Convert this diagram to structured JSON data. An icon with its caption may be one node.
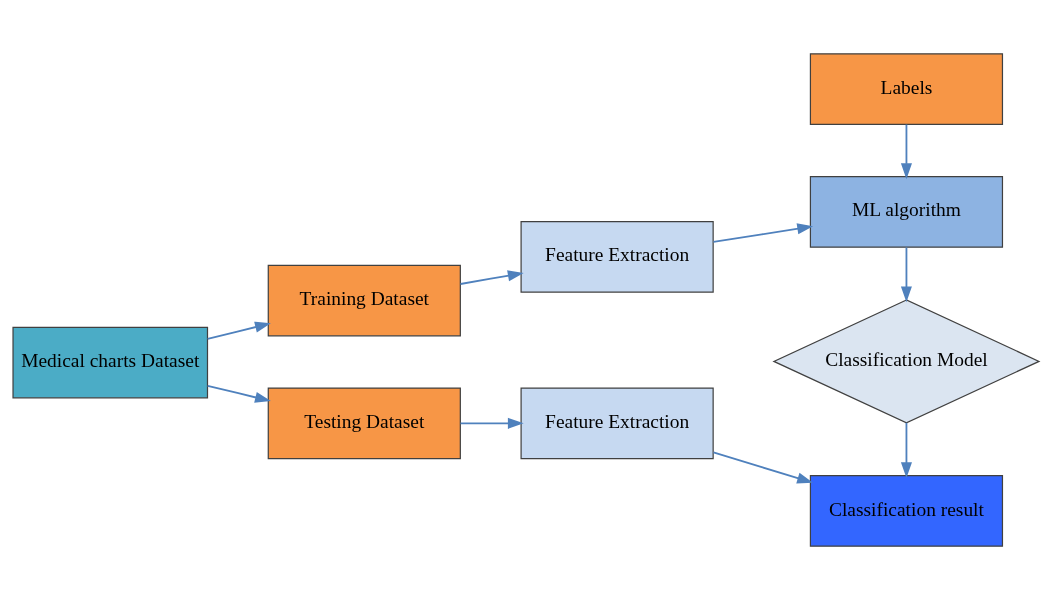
{
  "diagram": {
    "nodes": [
      {
        "text": [
          "Medical charts Dataset"
        ]
      },
      {
        "text": [
          "Training Dataset"
        ]
      },
      {
        "text": [
          "Feature Extraction"
        ]
      },
      {
        "text": [
          "Labels"
        ]
      },
      {
        "text": [
          "ML algorithm"
        ]
      },
      {
        "text": [
          "Classification Model"
        ]
      },
      {
        "text": [
          "Testing Dataset"
        ]
      },
      {
        "text": [
          "Feature Extraction"
        ]
      },
      {
        "text": [
          "Classification result"
        ]
      }
    ],
    "edges": [
      {
        "from": 0,
        "to": 1,
        "arrow": "to"
      },
      {
        "from": 1,
        "to": 2,
        "arrow": "to"
      },
      {
        "from": 2,
        "to": 4,
        "arrow": "to"
      },
      {
        "from": 3,
        "to": 4,
        "arrow": "to"
      },
      {
        "from": 4,
        "to": 5,
        "arrow": "to"
      },
      {
        "from": 5,
        "to": 8,
        "arrow": "to"
      },
      {
        "from": 0,
        "to": 6,
        "arrow": "to"
      },
      {
        "from": 6,
        "to": 7,
        "arrow": "to"
      },
      {
        "from": 7,
        "to": 8,
        "arrow": "to"
      }
    ]
  }
}
